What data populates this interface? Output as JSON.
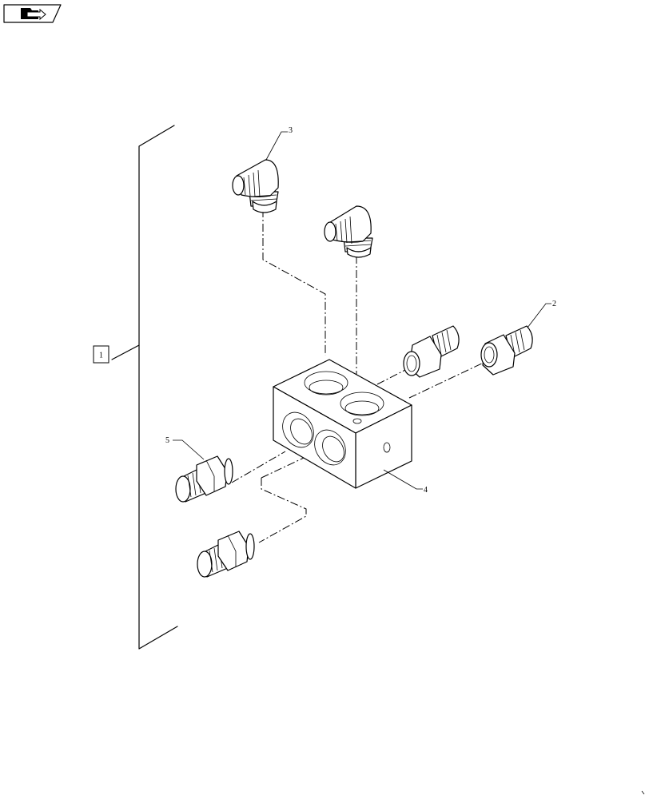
{
  "toolbar": {
    "nav_icon": "folder-arrow-icon"
  },
  "diagram": {
    "callouts": {
      "assembly": "1",
      "adapter": "2",
      "elbow": "3",
      "block": "4",
      "fitting": "5"
    }
  }
}
